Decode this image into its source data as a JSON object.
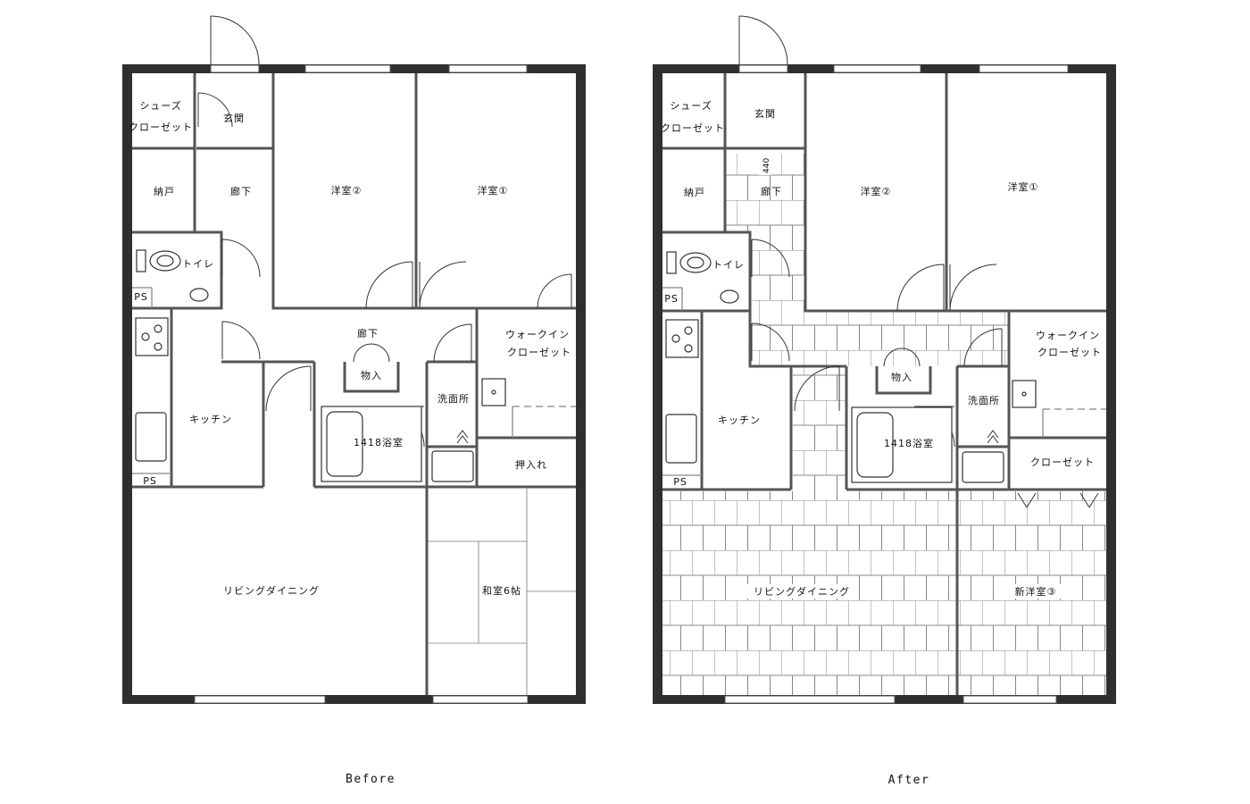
{
  "plans": {
    "before": {
      "caption": "Before",
      "rooms": {
        "shoes_closet_1": "シューズ",
        "shoes_closet_2": "クローゼット",
        "entrance": "玄関",
        "storage": "納戸",
        "hallway_upper": "廊下",
        "western_room_2": "洋室②",
        "western_room_1": "洋室①",
        "toilet": "トイレ",
        "ps_toilet": "PS",
        "hallway_center": "廊下",
        "walkin_closet_1": "ウォークイン",
        "walkin_closet_2": "クローゼット",
        "storage_small": "物入",
        "kitchen": "キッチン",
        "washroom": "洗面所",
        "bathroom": "1418浴室",
        "oshiire": "押入れ",
        "ps_kitchen": "PS",
        "living_dining": "リビングダイニング",
        "japanese_room": "和室6帖"
      }
    },
    "after": {
      "caption": "After",
      "dimension": "440",
      "rooms": {
        "shoes_closet_1": "シューズ",
        "shoes_closet_2": "クローゼット",
        "entrance": "玄関",
        "storage": "納戸",
        "hallway_upper": "廊下",
        "western_room_2": "洋室②",
        "western_room_1": "洋室①",
        "toilet": "トイレ",
        "ps_toilet": "PS",
        "walkin_closet_1": "ウォークイン",
        "walkin_closet_2": "クローゼット",
        "storage_small": "物入",
        "kitchen": "キッチン",
        "washroom": "洗面所",
        "bathroom": "1418浴室",
        "closet": "クローゼット",
        "ps_kitchen": "PS",
        "living_dining": "リビングダイニング",
        "new_western_room_3": "新洋室③"
      }
    }
  }
}
